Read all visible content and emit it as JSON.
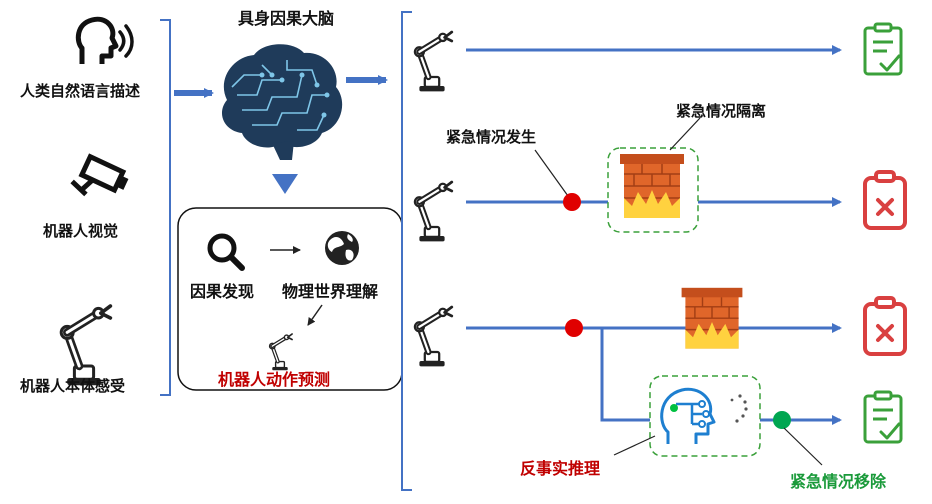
{
  "inputs": {
    "speech_label": "人类自然语言描述",
    "vision_label": "机器人视觉",
    "proprio_label": "机器人本体感受"
  },
  "brain": {
    "title": "具身因果大脑",
    "discovery_label": "因果发现",
    "physics_label": "物理世界理解",
    "prediction_label": "机器人动作预测"
  },
  "outcomes": {
    "emergency_occurs": "紧急情况发生",
    "emergency_isolation": "紧急情况隔离",
    "counterfactual": "反事实推理",
    "emergency_removal": "紧急情况移除"
  },
  "colors": {
    "arrow_blue": "#4472c4",
    "event_red": "#e00000",
    "removal_green": "#00a651",
    "success_green": "#3aa03a",
    "fail_red": "#d94040",
    "brick": "#e0662a",
    "flame": "#ffd23f"
  }
}
